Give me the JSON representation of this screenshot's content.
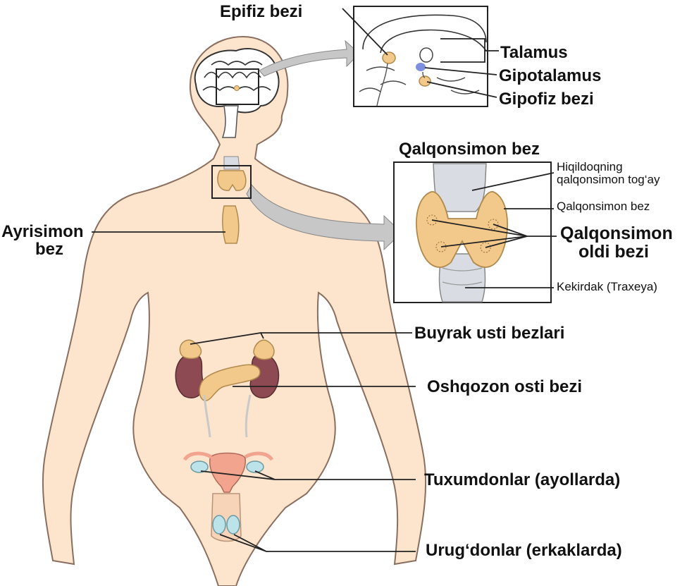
{
  "labels": {
    "epifiz": "Epifiz bezi",
    "talamus": "Talamus",
    "gipotalamus": "Gipotalamus",
    "gipofiz": "Gipofiz bezi",
    "qalqonsimon_title": "Qalqonsimon bez",
    "hiqildoq_line1": "Hiqildoqning",
    "hiqildoq_line2": "qalqonsimon tog‘ay",
    "qalqonsimon_small": "Qalqonsimon bez",
    "qalqonsimon_oldi_line1": "Qalqonsimon",
    "qalqonsimon_oldi_line2": "oldi bezi",
    "kekirdak": "Kekirdak (Traxeya)",
    "ayrisimon_line1": "Ayrisimon",
    "ayrisimon_line2": "bez",
    "buyrak_usti": "Buyrak usti bezlari",
    "oshqozon_osti": "Oshqozon osti bezi",
    "tuxumdonlar": "Tuxumdonlar (ayollarda)",
    "urugdonlar": "Urug‘donlar (erkaklarda)"
  },
  "colors": {
    "skin": "#fde4cc",
    "skin_outline": "#8a6f60",
    "gland": "#f2c98a",
    "gland_outline": "#b08a4d",
    "kidney": "#8e4a52",
    "uterus": "#f2a48f",
    "ovary_testis": "#bde3ea",
    "hypothalamus": "#7f8fe0",
    "cartilage": "#d9dde3",
    "arrow": "#c7c7c7"
  }
}
